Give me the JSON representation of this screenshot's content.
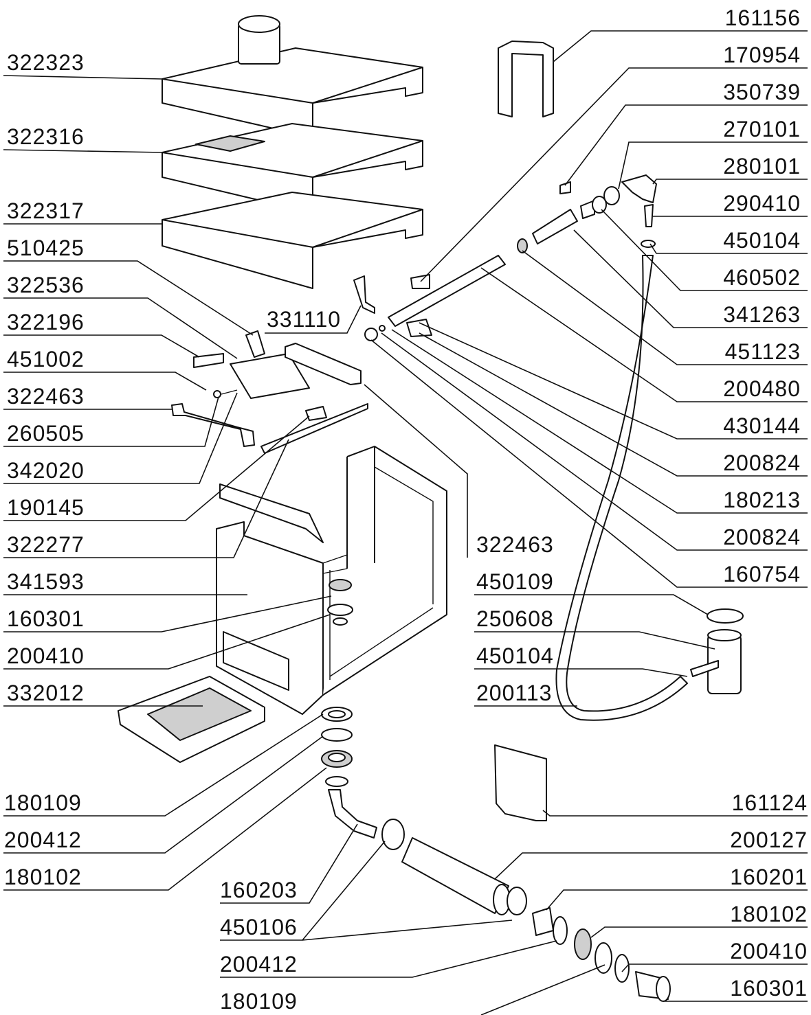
{
  "diagram": {
    "left_labels": [
      "322323",
      "322316",
      "322317",
      "510425",
      "322536",
      "322196",
      "451002",
      "322463",
      "260505",
      "342020",
      "190145",
      "322277",
      "341593",
      "160301",
      "200410",
      "332012"
    ],
    "center_labels": [
      "331110",
      "322463",
      "450109",
      "250608",
      "450104",
      "200113"
    ],
    "right_labels": [
      "161156",
      "170954",
      "350739",
      "270101",
      "280101",
      "290410",
      "450104",
      "460502",
      "341263",
      "451123",
      "200480",
      "430144",
      "200824",
      "180213",
      "200824",
      "160754"
    ],
    "bottom_left_labels": [
      "180109",
      "200412",
      "180102"
    ],
    "bottom_center_labels": [
      "160203",
      "450106",
      "200412",
      "180109"
    ],
    "bottom_right_labels": [
      "161124",
      "200127",
      "160201",
      "180102",
      "200410",
      "160301"
    ]
  }
}
